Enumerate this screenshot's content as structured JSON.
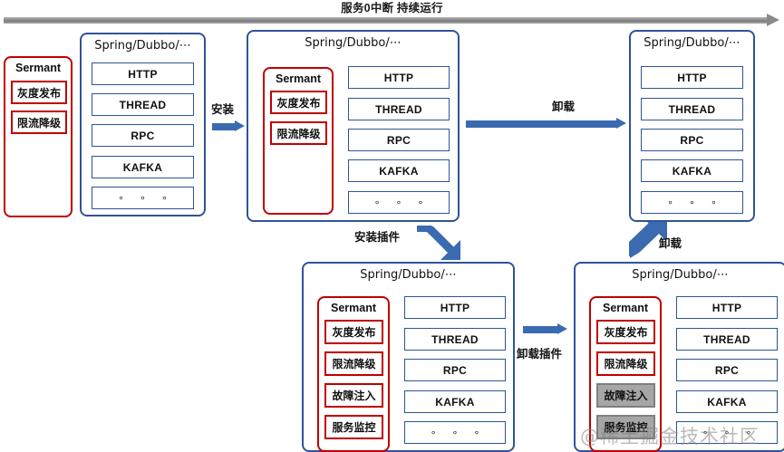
{
  "header": {
    "title": "服务0中断 持续运行",
    "timeline_arrow": "right-arrow"
  },
  "stages": [
    {
      "id": "stage-1-standalone-sermant",
      "sermant": {
        "title": "Sermant",
        "plugins": [
          {
            "label": "灰度发布",
            "state": "active"
          },
          {
            "label": "限流降级",
            "state": "active"
          }
        ]
      }
    },
    {
      "id": "stage-1-host-app",
      "frame_title": "Spring/Dubbo/⋯",
      "modules": [
        "HTTP",
        "THREAD",
        "RPC",
        "KAFKA",
        "∘  ∘  ∘"
      ]
    },
    {
      "id": "stage-2-installed",
      "frame_title": "Spring/Dubbo/⋯",
      "sermant": {
        "title": "Sermant",
        "plugins": [
          {
            "label": "灰度发布",
            "state": "active"
          },
          {
            "label": "限流降级",
            "state": "active"
          }
        ]
      },
      "modules": [
        "HTTP",
        "THREAD",
        "RPC",
        "KAFKA",
        "∘  ∘  ∘"
      ]
    },
    {
      "id": "stage-4-uninstalled",
      "frame_title": "Spring/Dubbo/⋯",
      "modules": [
        "HTTP",
        "THREAD",
        "RPC",
        "KAFKA",
        "∘  ∘  ∘"
      ]
    },
    {
      "id": "stage-3-plugins-added",
      "frame_title": "Spring/Dubbo/⋯",
      "sermant": {
        "title": "Sermant",
        "plugins": [
          {
            "label": "灰度发布",
            "state": "active"
          },
          {
            "label": "限流降级",
            "state": "active"
          },
          {
            "label": "故障注入",
            "state": "active"
          },
          {
            "label": "服务监控",
            "state": "active"
          }
        ]
      },
      "modules": [
        "HTTP",
        "THREAD",
        "RPC",
        "KAFKA",
        "∘  ∘  ∘"
      ]
    },
    {
      "id": "stage-3b-plugins-disabled",
      "frame_title": "Spring/Dubbo/⋯",
      "sermant": {
        "title": "Sermant",
        "plugins": [
          {
            "label": "灰度发布",
            "state": "active"
          },
          {
            "label": "限流降级",
            "state": "active"
          },
          {
            "label": "故障注入",
            "state": "disabled"
          },
          {
            "label": "服务监控",
            "state": "disabled"
          }
        ]
      },
      "modules": [
        "HTTP",
        "THREAD",
        "RPC",
        "KAFKA",
        "∘  ∘  ∘"
      ]
    }
  ],
  "transitions": {
    "install": "安装",
    "uninstall_top": "卸载",
    "install_plugin": "安装插件",
    "uninstall_plugin": "卸载插件",
    "uninstall_bottom": "卸载"
  },
  "watermark": "@稀土掘金技术社区",
  "colors": {
    "frame_blue": "#2f5496",
    "module_blue": "#2f5496",
    "sermant_red": "#c00000",
    "arrow_blue": "#3a6bb0",
    "timeline_gray": "#8a8a8a",
    "disabled_gray": "#a6a6a6"
  }
}
